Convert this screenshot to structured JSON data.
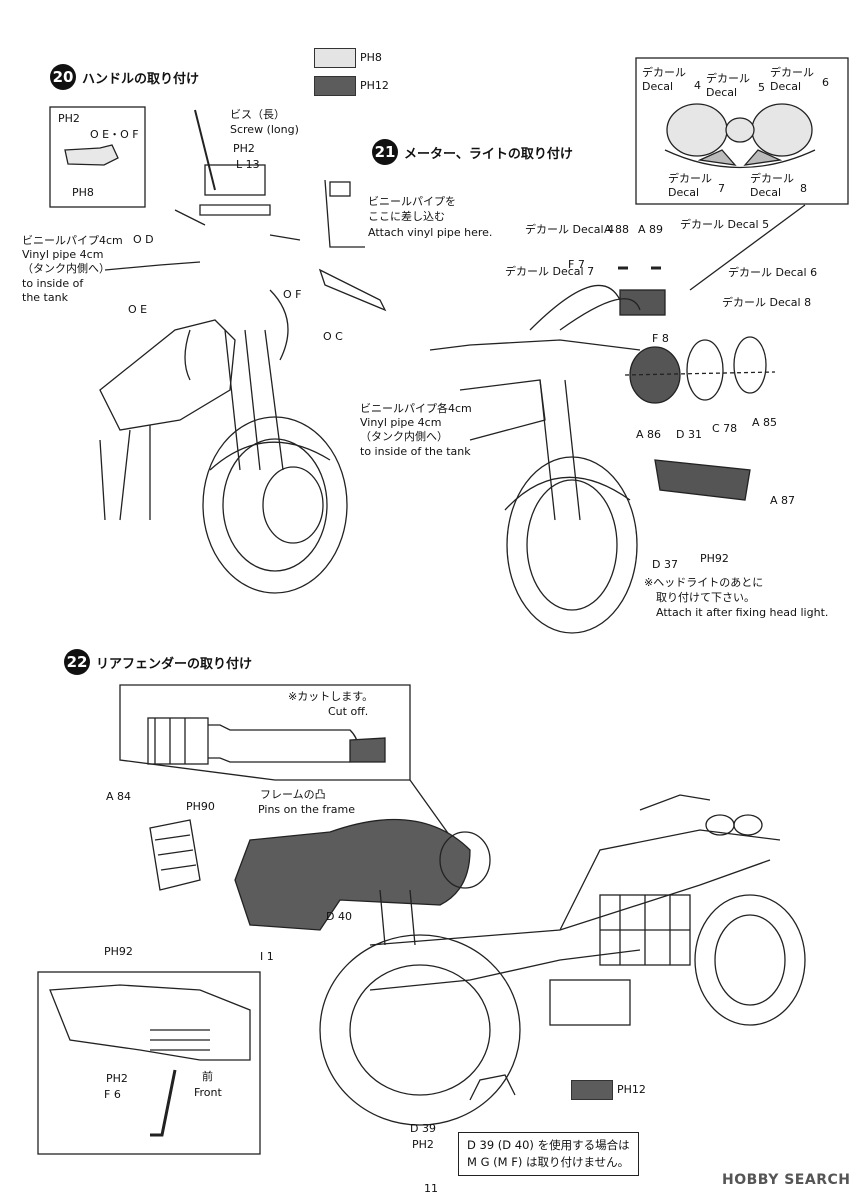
{
  "legend": {
    "light_code": "PH8",
    "dark_code": "PH12",
    "light_color": "#e4e4e4",
    "dark_color": "#5c5c5c"
  },
  "step20": {
    "number": "20",
    "title": "ハンドルの取り付け",
    "inset_ph": "PH2",
    "inset_parts": "O E・O F",
    "inset_ph2": "PH8",
    "screw_jp": "ビス（長）",
    "screw_en": "Screw (long)",
    "screw_ph": "PH2",
    "screw_part": "L 13",
    "vinyl_jp": "ビニールパイプ4cm",
    "vinyl_en1": "Vinyl pipe 4cm",
    "vinyl_jp2": "（タンク内側へ）",
    "vinyl_en2": "to inside of",
    "vinyl_en3": "the tank",
    "part_od": "O D",
    "part_oe": "O E",
    "part_of": "O F",
    "part_oc": "O C",
    "callout_jp1": "ビニールパイプを",
    "callout_jp2": "ここに差し込む",
    "callout_en": "Attach vinyl pipe here."
  },
  "step21": {
    "number": "21",
    "title": "メーター、ライトの取り付け",
    "meter_decal_jp": "デカール",
    "meter_decal_en": "Decal",
    "meter_decal_nums": [
      "4",
      "5",
      "6",
      "7",
      "8"
    ],
    "decal4": "デカール Decal 4",
    "a88": "A 88",
    "a89": "A 89",
    "decal5": "デカール Decal 5",
    "f7": "F 7",
    "decal7": "デカール Decal 7",
    "decal6": "デカール Decal 6",
    "decal8": "デカール Decal 8",
    "f8": "F 8",
    "vinyl_jp": "ビニールパイプ各4cm",
    "vinyl_en": "Vinyl pipe 4cm",
    "vinyl_jp2": "（タンク内側へ）",
    "vinyl_en2": "to inside of the tank",
    "a86": "A 86",
    "d31": "D 31",
    "c78": "C 78",
    "a85": "A 85",
    "a87": "A 87",
    "d37": "D 37",
    "ph92": "PH92",
    "note_jp1": "※ヘッドライトのあとに",
    "note_jp2": "取り付けて下さい。",
    "note_en": "Attach it after fixing head light."
  },
  "step22": {
    "number": "22",
    "title": "リアフェンダーの取り付け",
    "cut_jp": "※カットします。",
    "cut_en": "Cut off.",
    "a84": "A 84",
    "ph90": "PH90",
    "frame_jp": "フレームの凸",
    "frame_en": "Pins on the frame",
    "d40": "D 40",
    "i1": "I 1",
    "ph92": "PH92",
    "ph2": "PH2",
    "f6": "F 6",
    "front_jp": "前",
    "front_en": "Front",
    "ph12": "PH12",
    "d39": "D 39",
    "ph2b": "PH2",
    "note_line1": "D 39 (D 40) を使用する場合は",
    "note_line2": "M G (M F) は取り付けません。"
  },
  "footer": {
    "page_number": "11",
    "watermark": "HOBBY SEARCH"
  }
}
